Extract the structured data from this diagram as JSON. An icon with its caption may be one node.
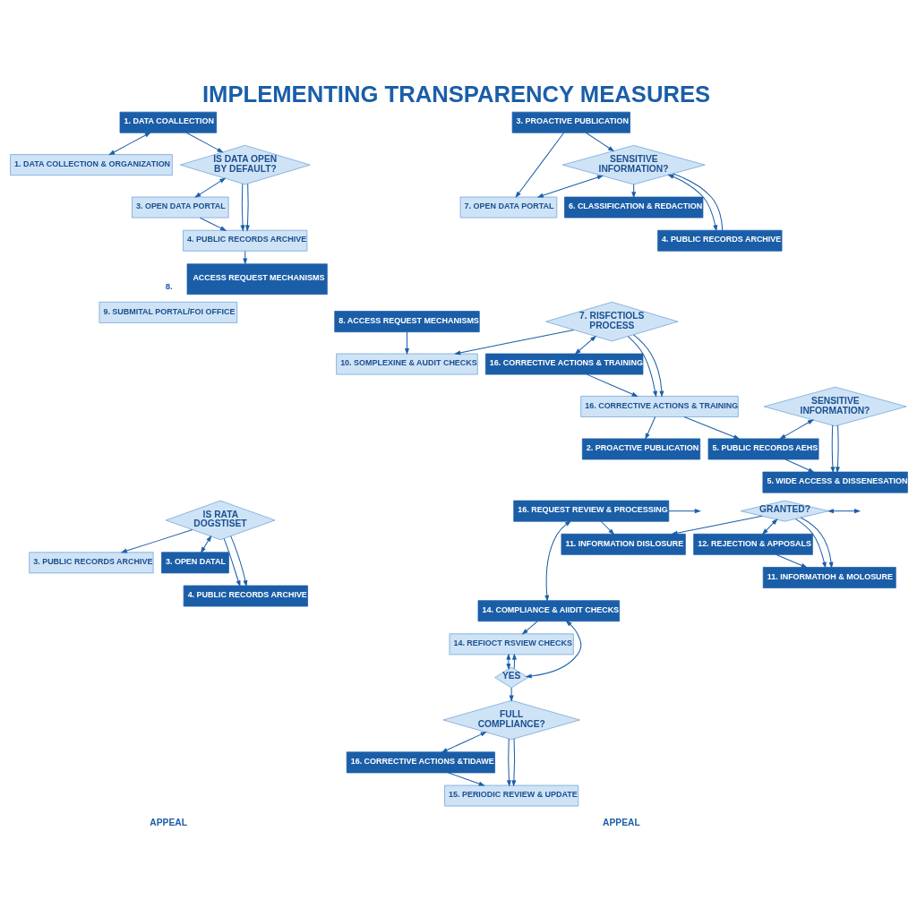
{
  "diagram": {
    "title": "IMPLEMENTING TRANSPARENCY MEASURES",
    "nodes": [
      {
        "text": [
          "1. DATA COLLECTION & ORGANIZATION"
        ]
      },
      {
        "text": [
          "1. DATA COALLECTION"
        ]
      },
      {
        "text": [
          "IS DATA OPEN BY DEFAULT?"
        ]
      },
      {
        "text": [
          "3. OPEN DATA PORTAL"
        ]
      },
      {
        "text": [
          "4. PUBLIC RECORDS ARCHIVE"
        ]
      },
      {
        "text": [
          "3. PROACTIVE PUBLICATION"
        ]
      },
      {
        "text": [
          "7. OPEN DATA PORTAL"
        ]
      },
      {
        "text": [
          "SENSITIVE INFORMATION?"
        ]
      },
      {
        "text": [
          "6. CLASSIFICATION & REDACTION"
        ]
      },
      {
        "text": [
          "4. PUBLIC RECORDS ARCHIVE"
        ]
      },
      {
        "text": [
          "ACCESS REQUEST MECHANISMS"
        ],
        "beside": [
          "8."
        ]
      },
      {
        "text": [
          "9. SUBMITAL PORTAL/FOI OFFICE"
        ]
      },
      {
        "text": [
          "8. ACCESS REQUEST MECHANISMS"
        ]
      },
      {
        "text": [
          "10. SOMPLEXINE & AUDIT CHECKS"
        ]
      },
      {
        "text": [
          "7. RISFCTIOLS PROCESS"
        ]
      },
      {
        "text": [
          "16. CORRECTIVE ACTIONS & TRAINING"
        ]
      },
      {
        "text": [
          "16. CORRECTIVE ACTIONS & TRAINING"
        ]
      },
      {
        "text": [
          "2. PROACTIVE PUBLICATION"
        ]
      },
      {
        "text": [
          "3. PUBLIC RECORDS ARCHIVE"
        ]
      },
      {
        "text": [
          "IS RATA DOGSTISET"
        ]
      },
      {
        "text": [
          "3. OPEN DATAL"
        ]
      },
      {
        "text": [
          "4. PUBLIC RECORDS ARCHIVE"
        ]
      },
      {
        "text": [
          "SENSITIVE INFORMATION?"
        ]
      },
      {
        "text": [
          "5. PUBLIC RECORDS AEHS"
        ]
      },
      {
        "text": [
          "5. WIDE ACCESS & DISSENESATION"
        ]
      },
      {
        "text": [
          "16. REQUEST REVIEW & PROCESSING"
        ]
      },
      {
        "text": [
          "11. INFORMATION DISLOSURE"
        ]
      },
      {
        "text": [
          "GRANTED?"
        ]
      },
      {
        "text": [
          "12. REJECTION & APPOSALS"
        ]
      },
      {
        "text": [
          "11. INFORMATIOH & MOLOSURE"
        ]
      },
      {
        "text": [
          "14. COMPLIANCE & AIIDIT CHECKS"
        ]
      },
      {
        "text": [
          "14. REFIOCT RSVIEW CHECKS"
        ]
      },
      {
        "text": [
          "YES"
        ]
      },
      {
        "text": [
          "FULL COMPLIANCE?"
        ]
      },
      {
        "text": [
          "16. CORRECTIVE ACTIONS &TIDAWE"
        ]
      },
      {
        "text": [
          "15. PERIODIC REVIEW & UPDATE"
        ]
      }
    ],
    "edges": [
      {
        "from": 1,
        "to": 0,
        "arrow": "both"
      },
      {
        "from": 1,
        "to": 2,
        "arrow": "to"
      },
      {
        "from": 2,
        "to": 3,
        "arrow": "both"
      },
      {
        "from": 2,
        "to": 4,
        "arrow": "to"
      },
      {
        "from": 3,
        "to": 4,
        "arrow": "to"
      },
      {
        "from": 2,
        "to": 4,
        "arrow": "to"
      },
      {
        "from": 4,
        "to": 10,
        "arrow": "to"
      },
      {
        "from": 5,
        "to": 6,
        "arrow": "to"
      },
      {
        "from": 5,
        "to": 7,
        "arrow": "to"
      },
      {
        "from": 7,
        "to": 6,
        "arrow": "both"
      },
      {
        "from": 7,
        "to": 8,
        "arrow": "to"
      },
      {
        "from": 7,
        "to": 9,
        "arrow": "both"
      },
      {
        "from": 9,
        "to": 7,
        "arrow": "none"
      },
      {
        "from": 12,
        "to": 13,
        "arrow": "to"
      },
      {
        "from": 14,
        "to": 13,
        "arrow": "to"
      },
      {
        "from": 14,
        "to": 15,
        "arrow": "both"
      },
      {
        "from": 14,
        "to": 16,
        "arrow": "to"
      },
      {
        "from": 15,
        "to": 16,
        "arrow": "to"
      },
      {
        "from": 14,
        "to": 16,
        "arrow": "to"
      },
      {
        "from": 16,
        "to": 17,
        "arrow": "to"
      },
      {
        "from": 16,
        "to": 23,
        "arrow": "to"
      },
      {
        "from": 19,
        "to": 18,
        "arrow": "to"
      },
      {
        "from": 19,
        "to": 20,
        "arrow": "both"
      },
      {
        "from": 19,
        "to": 21,
        "arrow": "to"
      },
      {
        "from": 19,
        "to": 21,
        "arrow": "to"
      },
      {
        "from": 22,
        "to": 23,
        "arrow": "both"
      },
      {
        "from": 22,
        "to": 24,
        "arrow": "to"
      },
      {
        "from": 23,
        "to": 24,
        "arrow": "to"
      },
      {
        "from": 22,
        "to": 24,
        "arrow": "to"
      },
      {
        "from": 25,
        "to": 30,
        "arrow": "both"
      },
      {
        "from": 25,
        "to": 26,
        "arrow": "to"
      },
      {
        "from": 27,
        "to": 26,
        "arrow": "to"
      },
      {
        "from": 25,
        "to": null,
        "arrow": "to"
      },
      {
        "from": 27,
        "to": null,
        "arrow": "both"
      },
      {
        "from": 27,
        "to": 28,
        "arrow": "both"
      },
      {
        "from": 27,
        "to": 29,
        "arrow": "to"
      },
      {
        "from": 28,
        "to": 29,
        "arrow": "to"
      },
      {
        "from": 27,
        "to": 29,
        "arrow": "to"
      },
      {
        "from": 30,
        "to": 31,
        "arrow": "to"
      },
      {
        "from": 32,
        "to": 31,
        "arrow": "to"
      },
      {
        "from": 30,
        "to": 32,
        "arrow": "both"
      },
      {
        "from": 31,
        "to": 32,
        "arrow": "both"
      },
      {
        "from": 32,
        "to": 33,
        "arrow": "to"
      },
      {
        "from": 33,
        "to": 34,
        "arrow": "both"
      },
      {
        "from": 33,
        "to": 35,
        "arrow": "to"
      },
      {
        "from": 34,
        "to": 35,
        "arrow": "to"
      },
      {
        "from": 33,
        "to": 35,
        "arrow": "to"
      }
    ],
    "labels": [
      "APPEAL",
      "APPEAL"
    ]
  }
}
